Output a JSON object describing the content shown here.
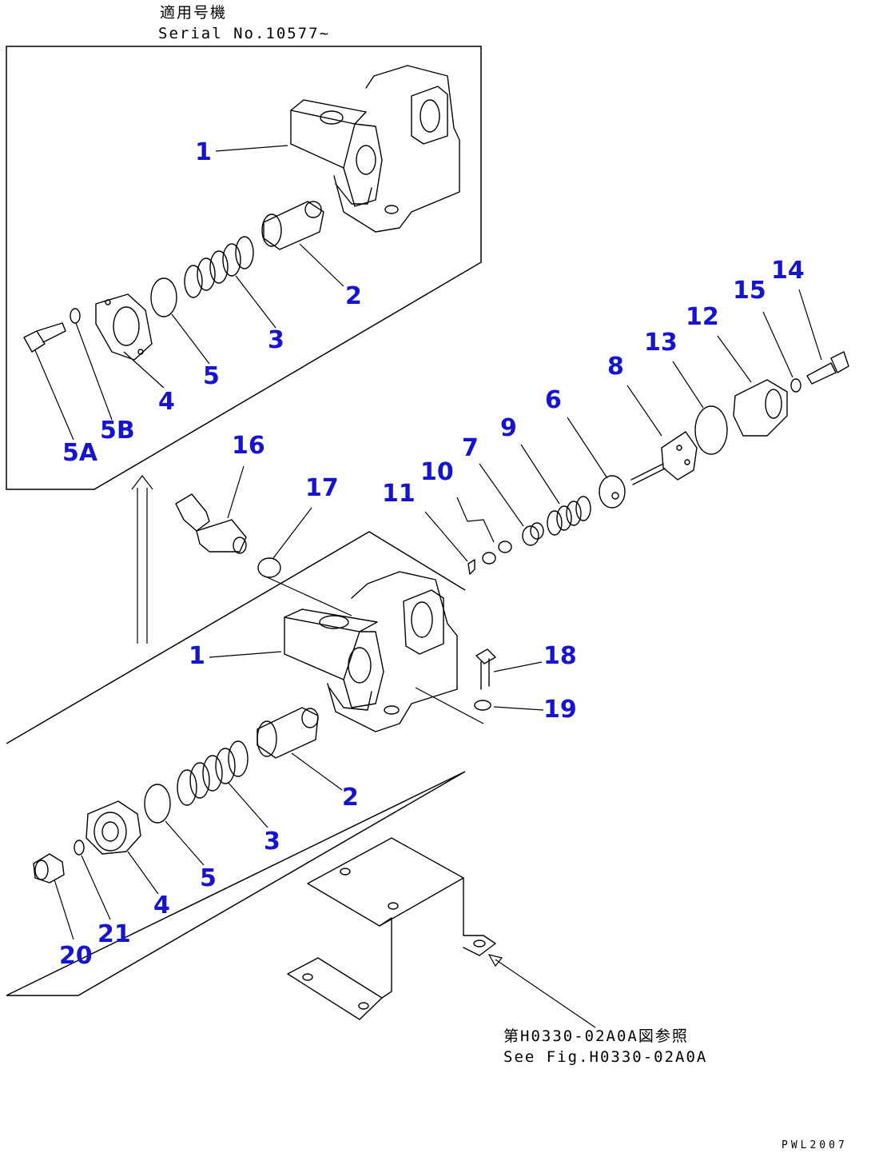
{
  "header": {
    "serial_jp": "適用号機",
    "serial_en": "Serial No.10577~"
  },
  "footer": {
    "ref_jp": "第H0330-02A0A図参照",
    "ref_en": "See Fig.H0330-02A0A",
    "drawing_code": "PWL2007"
  },
  "callouts": {
    "top_1": "1",
    "top_2": "2",
    "top_3": "3",
    "top_4": "4",
    "top_5": "5",
    "top_5a": "5A",
    "top_5b": "5B",
    "c6": "6",
    "c7": "7",
    "c8": "8",
    "c9": "9",
    "c10": "10",
    "c11": "11",
    "c12": "12",
    "c13": "13",
    "c14": "14",
    "c15": "15",
    "c16": "16",
    "c17": "17",
    "c18": "18",
    "c19": "19",
    "bot_1": "1",
    "bot_2": "2",
    "bot_3": "3",
    "bot_4": "4",
    "bot_5": "5",
    "c20": "20",
    "c21": "21"
  },
  "colors": {
    "callout": "#1414d2",
    "line": "#000000",
    "background": "#ffffff"
  }
}
